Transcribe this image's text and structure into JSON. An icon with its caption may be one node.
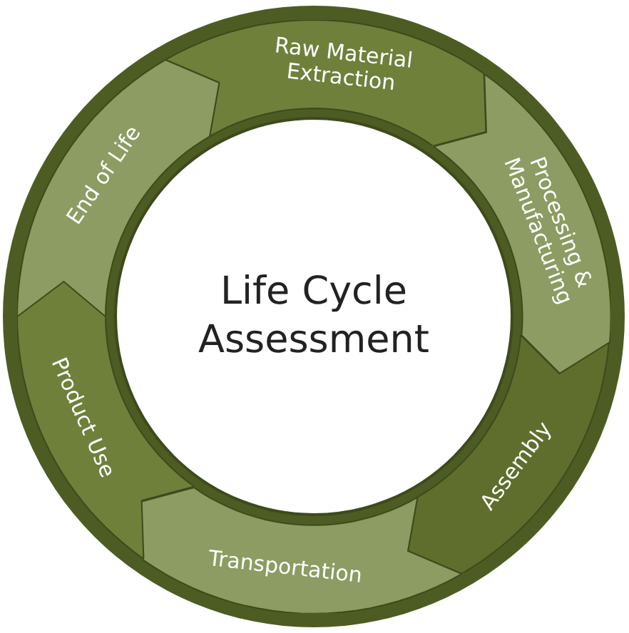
{
  "diagram": {
    "nodes": [
      {
        "text": [
          "Life Cycle Assessment"
        ]
      },
      {
        "text": [
          "Raw Material Extraction"
        ]
      },
      {
        "text": [
          "Processing & Manufacturing"
        ]
      },
      {
        "text": [
          "Assembly"
        ]
      },
      {
        "text": [
          "Transportation"
        ]
      },
      {
        "text": [
          "Product Use"
        ]
      },
      {
        "text": [
          "End of Life"
        ]
      }
    ]
  }
}
